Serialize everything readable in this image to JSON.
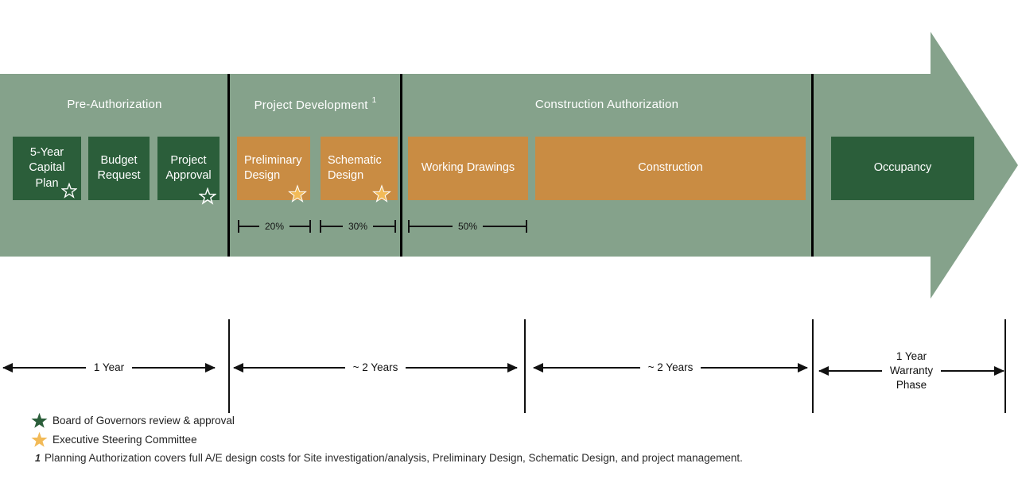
{
  "colors": {
    "sage": "#85A28B",
    "dark-green": "#2B5E3A",
    "orange": "#C98C43",
    "gold": "#F2BA57",
    "ink": "#111111"
  },
  "phases": {
    "pre_authorization": {
      "title": "Pre-Authorization"
    },
    "project_development": {
      "title": "Project Development",
      "footnote_marker": "1"
    },
    "construction_authorization": {
      "title": "Construction Authorization"
    }
  },
  "stages": {
    "capital_plan": "5-Year Capital Plan",
    "budget_request": "Budget Request",
    "project_approval": "Project Approval",
    "preliminary_design": "Preliminary Design",
    "schematic_design": "Schematic Design",
    "working_drawings": "Working Drawings",
    "construction": "Construction",
    "occupancy": "Occupancy"
  },
  "percent_markers": {
    "preliminary_design": "20%",
    "schematic_design": "30%",
    "working_drawings": "50%"
  },
  "timeline": {
    "pre_authorization": "1 Year",
    "project_development": "~ 2 Years",
    "construction": "~ 2 Years",
    "occupancy": "1 Year\nWarranty\nPhase"
  },
  "legend": {
    "board_review": "Board of Governors review & approval",
    "steering_committee": "Executive Steering Committee"
  },
  "footnote": {
    "marker": "1",
    "text": "Planning Authorization covers full A/E design costs for Site investigation/analysis, Preliminary Design, Schematic Design, and project management."
  }
}
